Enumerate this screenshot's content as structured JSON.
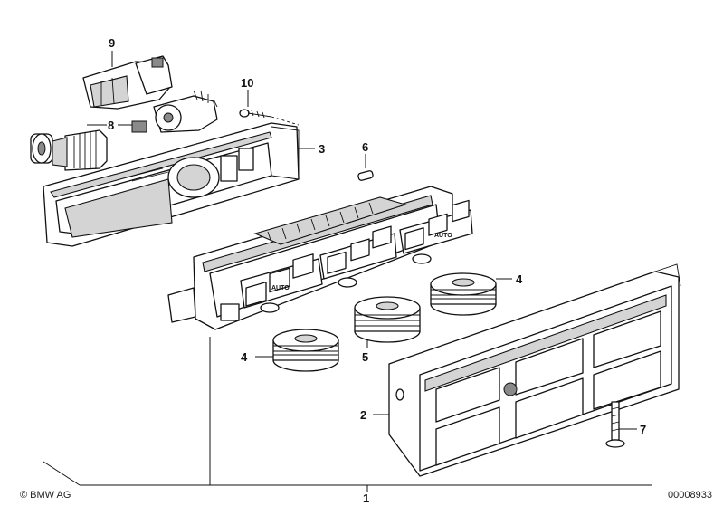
{
  "diagram": {
    "callouts": {
      "c1": "1",
      "c2": "2",
      "c3": "3",
      "c4a": "4",
      "c4b": "4",
      "c5": "5",
      "c6": "6",
      "c7": "7",
      "c8": "8",
      "c9": "9",
      "c10": "10"
    },
    "button_labels": {
      "auto_left": "AUTO",
      "auto_right": "AUTO"
    }
  },
  "footer": {
    "copyright": "© BMW AG",
    "doc_number": "00008933"
  }
}
